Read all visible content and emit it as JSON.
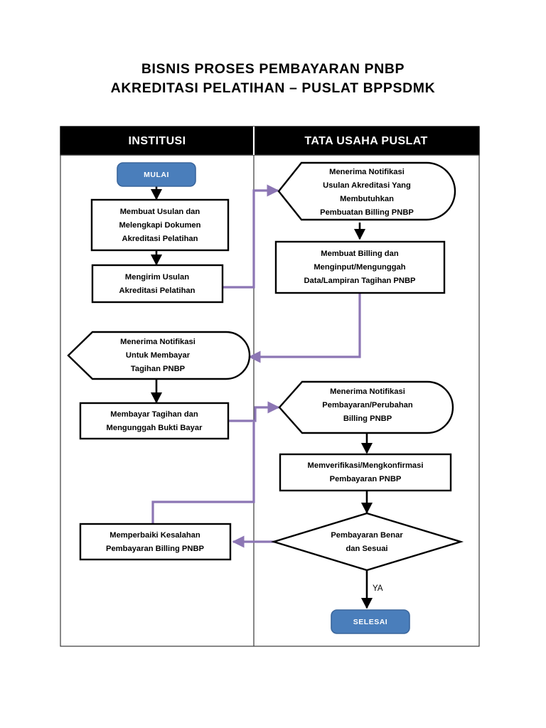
{
  "document": {
    "title_lines": [
      "BISNIS PROSES PEMBAYARAN PNBP",
      "AKREDITASI PELATIHAN – PUSLAT BPPSDMK"
    ]
  },
  "colors": {
    "terminator_fill": "#4A7EBB",
    "terminator_border": "#3A669C",
    "lane_header_bg": "#000000",
    "lane_header_text": "#FFFFFF",
    "shape_border": "#000000",
    "connector_black": "#000000",
    "connector_purple": "#8C76B4",
    "page_bg": "#FFFFFF"
  },
  "chart_data": {
    "type": "flowchart",
    "title": "BISNIS PROSES PEMBAYARAN PNBP AKREDITASI PELATIHAN – PUSLAT BPPSDMK",
    "lanes": [
      {
        "id": "institusi",
        "label": "INSTITUSI"
      },
      {
        "id": "tata-usaha-puslat",
        "label": "TATA USAHA PUSLAT"
      }
    ],
    "nodes": [
      {
        "id": "mulai",
        "lane": "institusi",
        "shape": "terminator",
        "lines": [
          "MULAI"
        ]
      },
      {
        "id": "membuat-usulan",
        "lane": "institusi",
        "shape": "process",
        "lines": [
          "Membuat Usulan dan",
          "Melengkapi Dokumen",
          "Akreditasi Pelatihan"
        ]
      },
      {
        "id": "mengirim-usulan",
        "lane": "institusi",
        "shape": "process",
        "lines": [
          "Mengirim Usulan",
          "Akreditasi Pelatihan"
        ]
      },
      {
        "id": "notif-bayar",
        "lane": "institusi",
        "shape": "notification",
        "lines": [
          "Menerima Notifikasi",
          "Untuk Membayar",
          "Tagihan PNBP"
        ]
      },
      {
        "id": "membayar-tagihan",
        "lane": "institusi",
        "shape": "process",
        "lines": [
          "Membayar Tagihan dan",
          "Mengunggah Bukti Bayar"
        ]
      },
      {
        "id": "memperbaiki-kesalahan",
        "lane": "institusi",
        "shape": "process",
        "lines": [
          "Memperbaiki Kesalahan",
          "Pembayaran Billing PNBP"
        ]
      },
      {
        "id": "notif-usulan",
        "lane": "tata-usaha-puslat",
        "shape": "notification",
        "lines": [
          "Menerima Notifikasi",
          "Usulan Akreditasi Yang",
          "Membutuhkan",
          "Pembuatan Billing PNBP"
        ]
      },
      {
        "id": "membuat-billing",
        "lane": "tata-usaha-puslat",
        "shape": "process",
        "lines": [
          "Membuat Billing dan",
          "Menginput/Mengunggah",
          "Data/Lampiran Tagihan PNBP"
        ]
      },
      {
        "id": "notif-pembayaran",
        "lane": "tata-usaha-puslat",
        "shape": "notification",
        "lines": [
          "Menerima Notifikasi",
          "Pembayaran/Perubahan",
          "Billing PNBP"
        ]
      },
      {
        "id": "memverifikasi",
        "lane": "tata-usaha-puslat",
        "shape": "process",
        "lines": [
          "Memverifikasi/Mengkonfirmasi",
          "Pembayaran PNBP"
        ]
      },
      {
        "id": "pembayaran-benar",
        "lane": "tata-usaha-puslat",
        "shape": "decision",
        "lines": [
          "Pembayaran Benar",
          "dan Sesuai"
        ]
      },
      {
        "id": "selesai",
        "lane": "tata-usaha-puslat",
        "shape": "terminator",
        "lines": [
          "SELESAI"
        ]
      }
    ],
    "edges": [
      {
        "from": "mulai",
        "to": "membuat-usulan",
        "color": "black",
        "label": ""
      },
      {
        "from": "membuat-usulan",
        "to": "mengirim-usulan",
        "color": "black",
        "label": ""
      },
      {
        "from": "mengirim-usulan",
        "to": "notif-usulan",
        "color": "purple",
        "label": ""
      },
      {
        "from": "notif-usulan",
        "to": "membuat-billing",
        "color": "black",
        "label": ""
      },
      {
        "from": "membuat-billing",
        "to": "notif-bayar",
        "color": "purple",
        "label": ""
      },
      {
        "from": "notif-bayar",
        "to": "membayar-tagihan",
        "color": "black",
        "label": ""
      },
      {
        "from": "membayar-tagihan",
        "to": "notif-pembayaran",
        "color": "purple",
        "label": ""
      },
      {
        "from": "notif-pembayaran",
        "to": "memverifikasi",
        "color": "black",
        "label": ""
      },
      {
        "from": "memverifikasi",
        "to": "pembayaran-benar",
        "color": "black",
        "label": ""
      },
      {
        "from": "pembayaran-benar",
        "to": "selesai",
        "color": "black",
        "label": "YA"
      },
      {
        "from": "pembayaran-benar",
        "to": "memperbaiki-kesalahan",
        "color": "purple",
        "label": ""
      },
      {
        "from": "memperbaiki-kesalahan",
        "to": "notif-pembayaran",
        "color": "purple",
        "label": ""
      }
    ],
    "edge_labels": {
      "ya": "YA"
    }
  }
}
